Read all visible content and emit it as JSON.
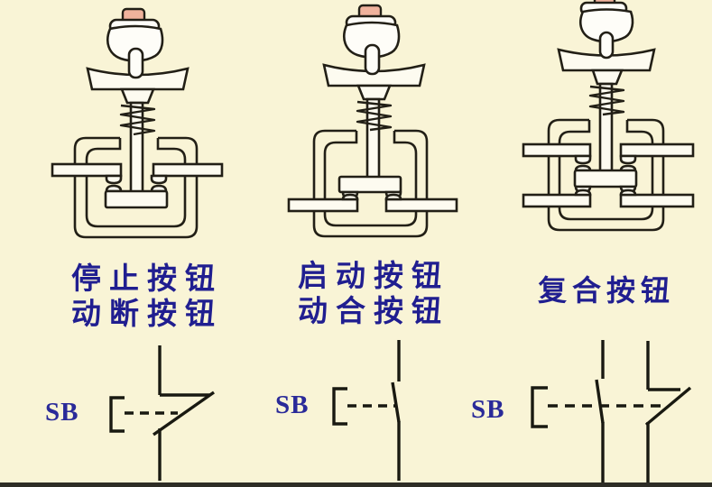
{
  "page": {
    "background_color": "#f9f4d6",
    "footer_bar_color": "#2e2d26",
    "caption_text_color": "#201e90",
    "symbol_label_color": "#2a2a99",
    "line_color": "#221f16",
    "fingertip_color": "#f0b29c"
  },
  "columns": [
    {
      "mechanical_icon": "pressed-pushbutton-normally-closed",
      "caption_lines": [
        "停止按钮",
        "动断按钮"
      ],
      "symbol_label": "SB",
      "symbol_type": "normally-closed-contact"
    },
    {
      "mechanical_icon": "pressed-pushbutton-normally-open",
      "caption_lines": [
        "启动按钮",
        "动合按钮"
      ],
      "symbol_label": "SB",
      "symbol_type": "normally-open-contact"
    },
    {
      "mechanical_icon": "pressed-pushbutton-compound",
      "caption_lines": [
        "复合按钮"
      ],
      "symbol_label": "SB",
      "symbol_type": "compound-contact"
    }
  ]
}
